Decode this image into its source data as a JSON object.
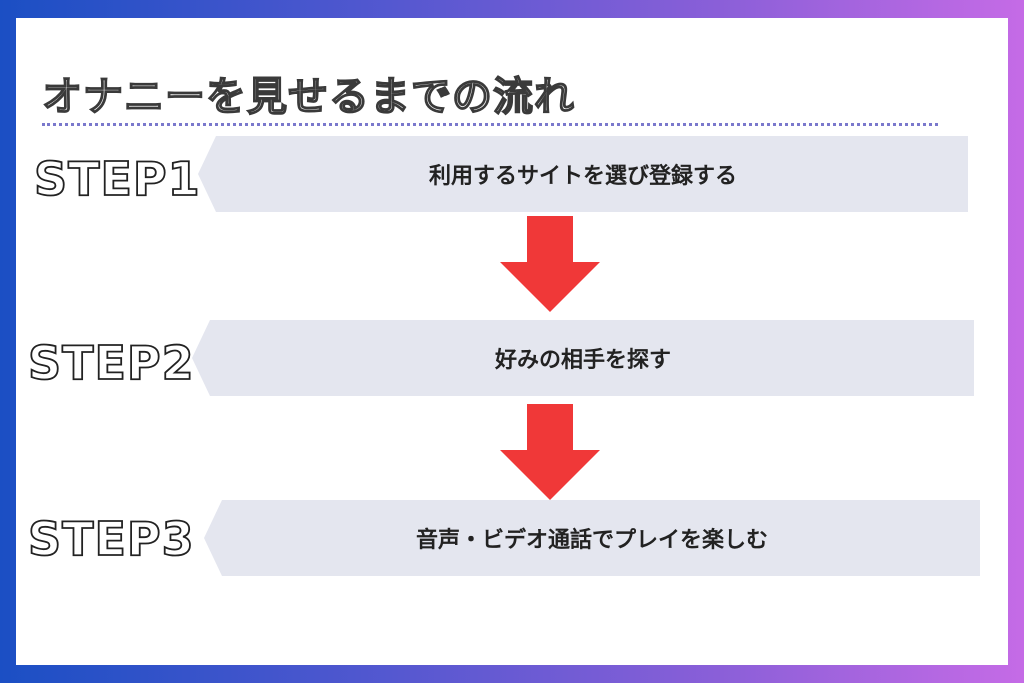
{
  "title": "オナニーを見せるまでの流れ",
  "steps": [
    {
      "label": "STEP1",
      "text": "利用するサイトを選び登録する"
    },
    {
      "label": "STEP2",
      "text": "好みの相手を探す"
    },
    {
      "label": "STEP3",
      "text": "音声・ビデオ通話でプレイを楽しむ"
    }
  ],
  "colors": {
    "arrow": "#f03838",
    "box": "#e4e6ef",
    "divider": "#7a78cc"
  },
  "icons": {
    "arrow": "arrow-down-icon"
  }
}
